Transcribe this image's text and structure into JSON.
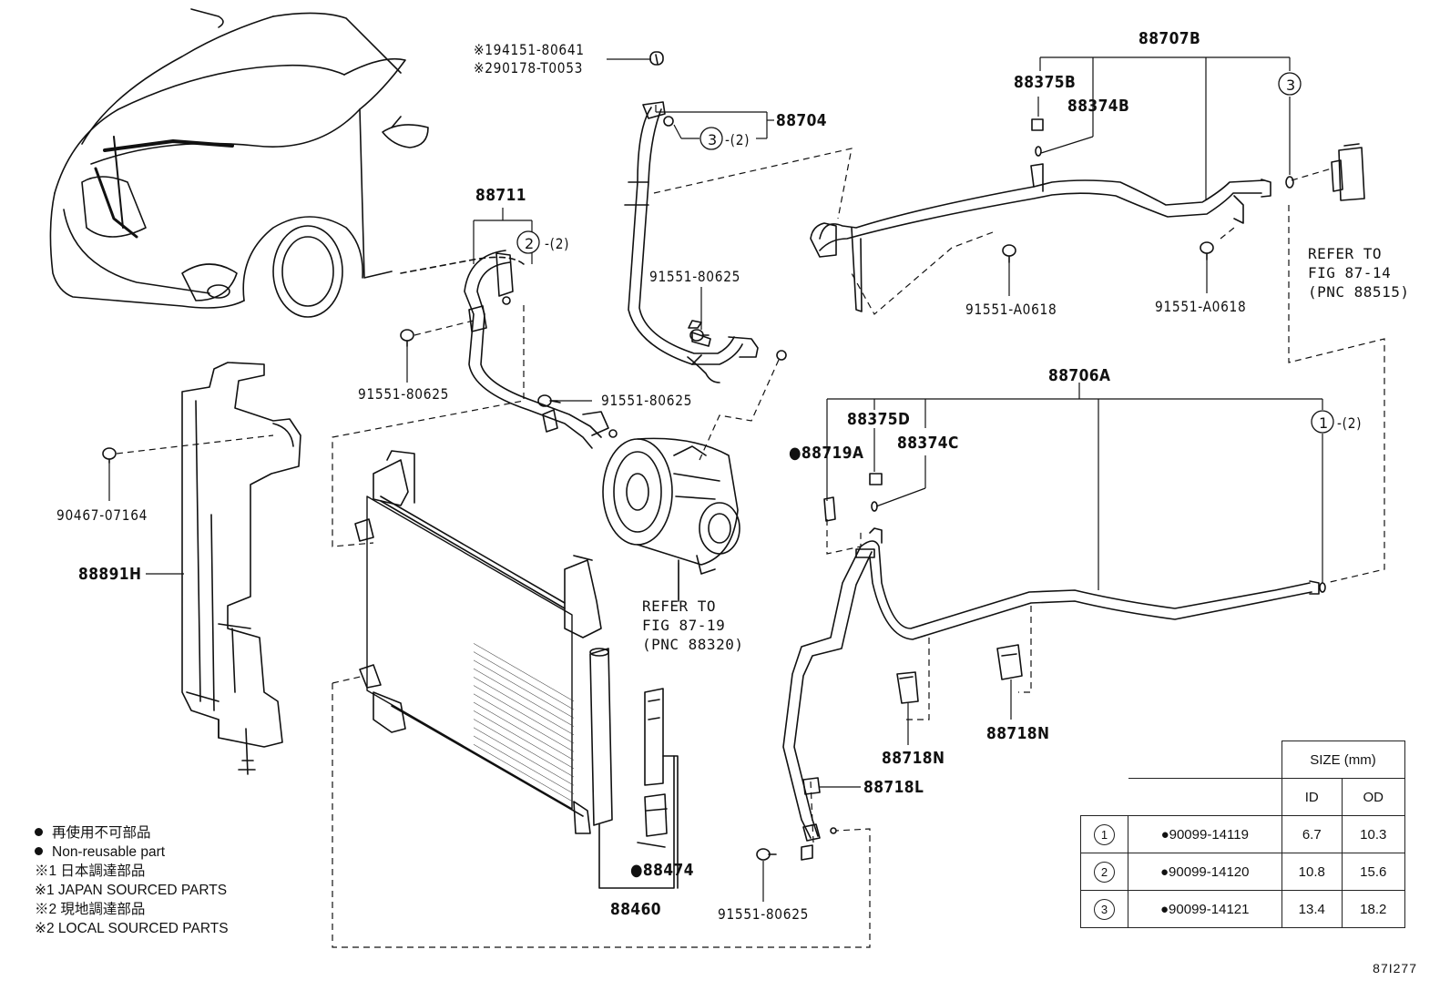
{
  "labels": {
    "p88707B": "88707B",
    "p88375B": "88375B",
    "p88374B": "88374B",
    "p88704": "88704",
    "p88711": "88711",
    "p88706A": "88706A",
    "p88375D": "88375D",
    "p88374C": "88374C",
    "p88719A": "●88719A",
    "p88891H": "88891H",
    "p88718N_a": "88718N",
    "p88718N_b": "88718N",
    "p88718L": "88718L",
    "p88474": "●88474",
    "p88460": "88460",
    "b_top1": "※194151-80641",
    "b_top2": "※290178-T0053",
    "b91551_a": "91551-80625",
    "b91551_b": "91551-80625",
    "b91551_c": "91551-80625",
    "b91551_d": "91551-80625",
    "bA0618_a": "91551-A0618",
    "bA0618_b": "91551-A0618",
    "b90467": "90467-07164",
    "qty2_a": "-(2)",
    "qty2_b": "-(2)",
    "qty2_c": "-(2)",
    "circle3": "3",
    "circle2": "2",
    "circle3b": "3",
    "circle1": "1"
  },
  "refs": {
    "fig8714": "REFER TO\nFIG 87-14\n(PNC 88515)",
    "fig8719": "REFER TO\nFIG 87-19\n(PNC 88320)"
  },
  "legend": {
    "line1": "再使用不可部品",
    "line2": "Non-reusable part",
    "line3": "※1 日本調達部品",
    "line4": "※1 JAPAN SOURCED PARTS",
    "line5": "※2 現地調達部品",
    "line6": "※2 LOCAL SOURCED PARTS"
  },
  "size_table": {
    "title": "SIZE (mm)",
    "col_id": "ID",
    "col_od": "OD",
    "rows": [
      {
        "mark": "1",
        "part": "●90099-14119",
        "id": "6.7",
        "od": "10.3"
      },
      {
        "mark": "2",
        "part": "●90099-14120",
        "id": "10.8",
        "od": "15.6"
      },
      {
        "mark": "3",
        "part": "●90099-14121",
        "id": "13.4",
        "od": "18.2"
      }
    ]
  },
  "figure_id": "87I277"
}
